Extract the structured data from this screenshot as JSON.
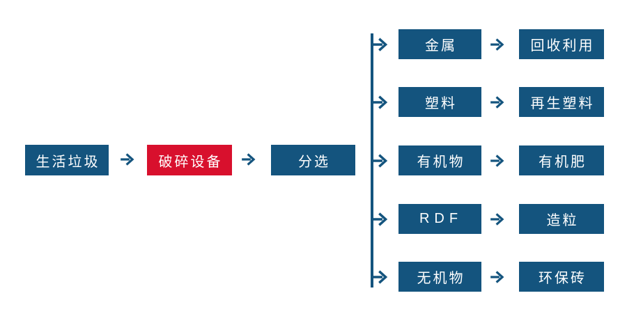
{
  "diagram": {
    "type": "flowchart",
    "title": "",
    "main_flow": [
      {
        "id": "household-waste",
        "label": "生活垃圾",
        "style": "blue"
      },
      {
        "id": "crushing-equipment",
        "label": "破碎设备",
        "style": "red"
      },
      {
        "id": "sorting",
        "label": "分选",
        "style": "blue"
      }
    ],
    "branches": [
      {
        "output": "金属",
        "use": "回收利用"
      },
      {
        "output": "塑料",
        "use": "再生塑料"
      },
      {
        "output": "有机物",
        "use": "有机肥"
      },
      {
        "output": "RDF",
        "use": "造粒"
      },
      {
        "output": "无机物",
        "use": "环保砖"
      }
    ],
    "icons": {
      "arrow": "right-arrow"
    }
  },
  "colors": {
    "node_blue": "#14547E",
    "node_red": "#D8102D",
    "arrow": "#14547E",
    "node_text": "#FFFFFF",
    "background": "#FFFFFF"
  }
}
